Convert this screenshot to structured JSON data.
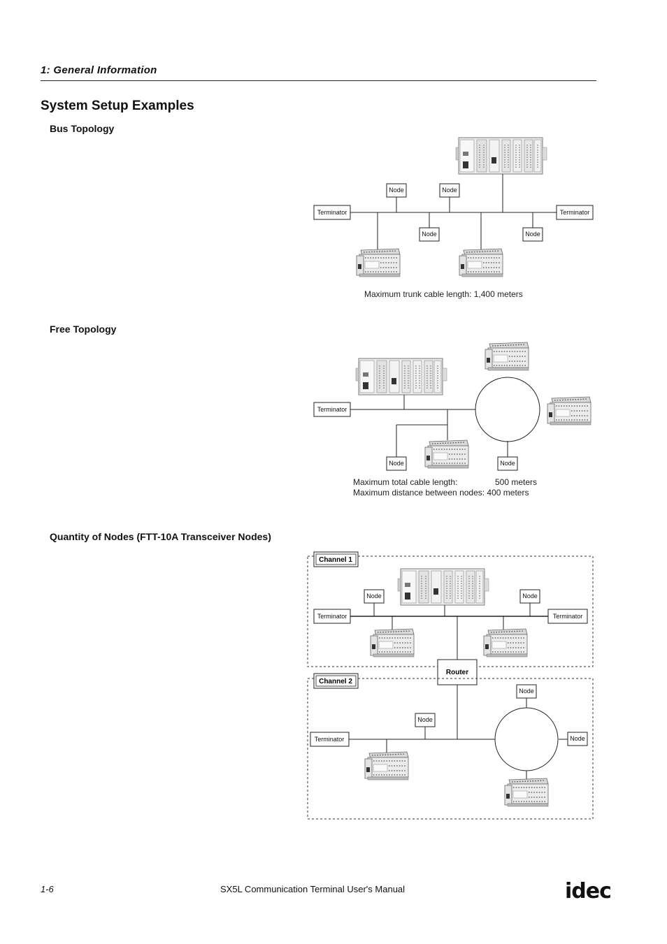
{
  "header": {
    "chapter": "1: General Information"
  },
  "section_title": "System Setup Examples",
  "bus": {
    "heading": "Bus Topology",
    "node_label": "Node",
    "terminator_label": "Terminator",
    "caption": "Maximum trunk cable length: 1,400 meters"
  },
  "free": {
    "heading": "Free Topology",
    "node_label": "Node",
    "terminator_label": "Terminator",
    "caption_line1_label": "Maximum total cable length:",
    "caption_line1_value": "500 meters",
    "caption_line2": "Maximum distance between nodes: 400 meters"
  },
  "quantity": {
    "heading": "Quantity of Nodes (FTT-10A Transceiver Nodes)",
    "channel1": "Channel 1",
    "channel2": "Channel 2",
    "router": "Router",
    "node_label": "Node",
    "terminator_label": "Terminator"
  },
  "footer": {
    "page_number": "1-6",
    "manual_title": "SX5L Communication Terminal User's Manual",
    "logo": "idec"
  }
}
